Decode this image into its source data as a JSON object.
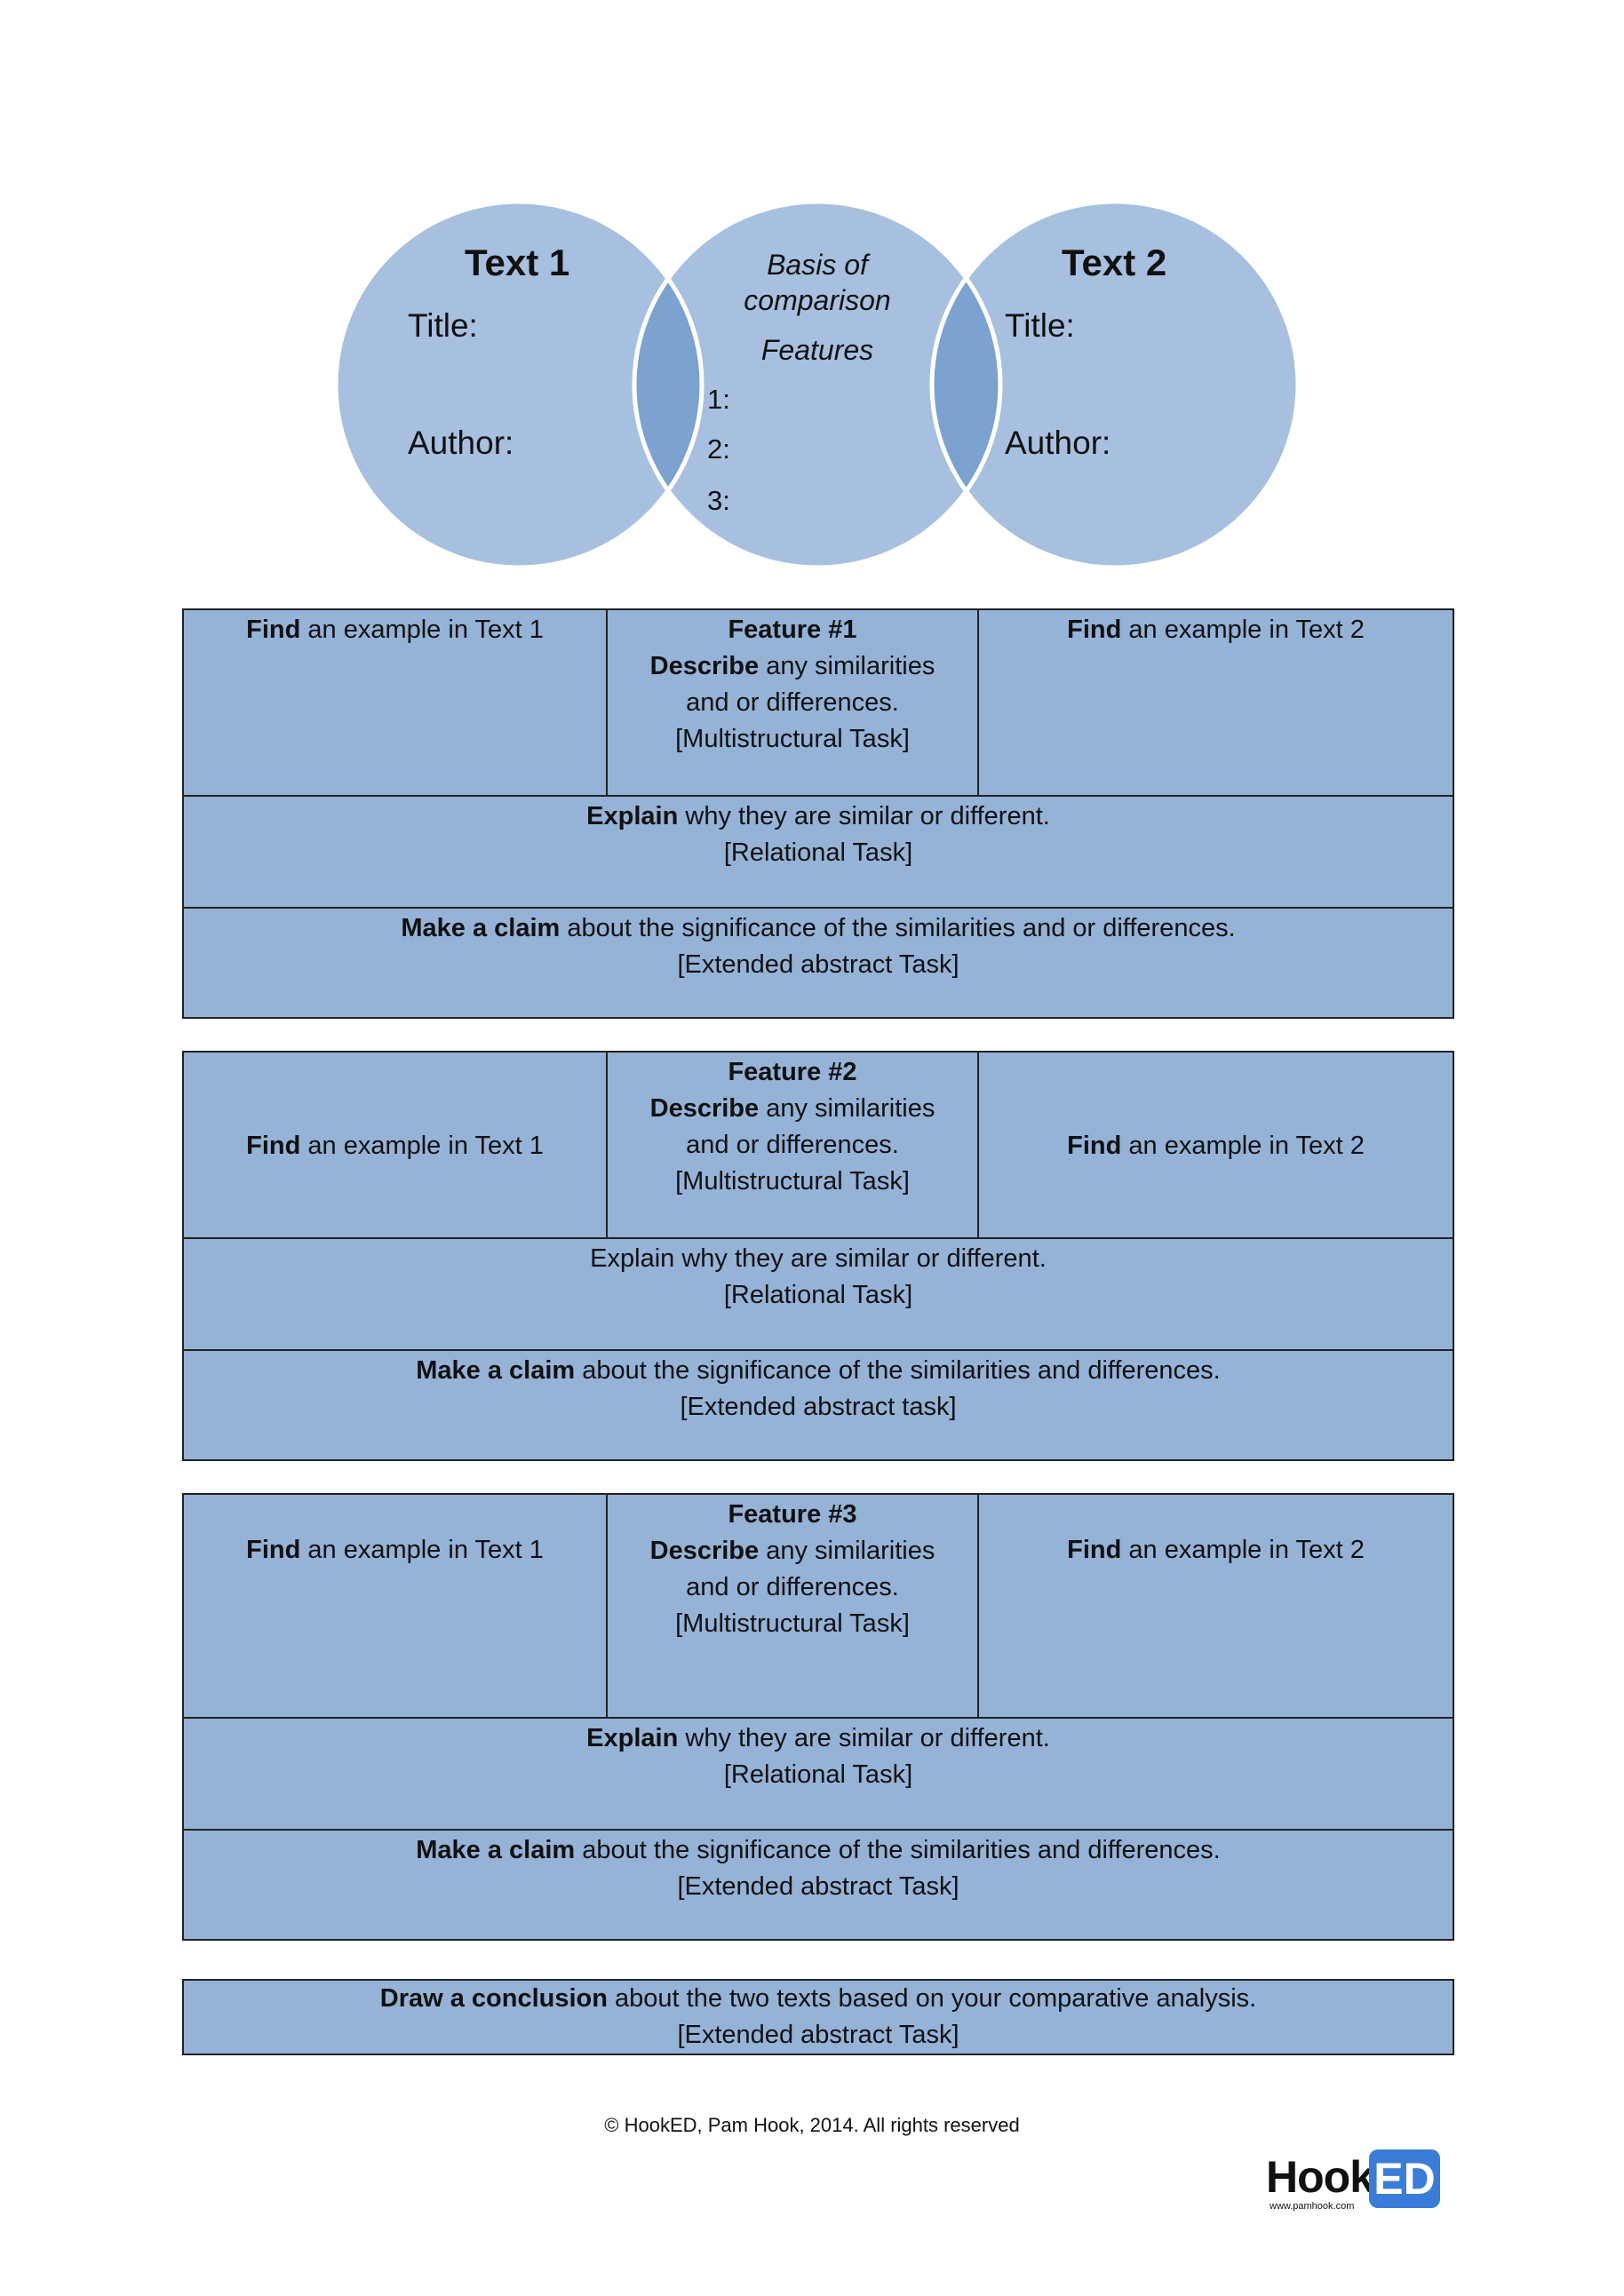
{
  "colors": {
    "circle": "#a8c0e0",
    "overlap": "#7ca2cf",
    "table_fill": "#95b3d7",
    "logo_blue": "#3a7dd8"
  },
  "venn": {
    "left": {
      "title": "Text 1",
      "title_label": "Title:",
      "author_label": "Author:"
    },
    "middle": {
      "line1": "Basis of",
      "line2": "comparison",
      "features": "Features",
      "items": [
        "1:",
        "2:",
        "3:"
      ]
    },
    "right": {
      "title": "Text 2",
      "title_label": "Title:",
      "author_label": "Author:"
    }
  },
  "features": [
    {
      "find1_bold": "Find",
      "find1_rest": " an example in Text 1",
      "heading": "Feature #1",
      "describe_bold": "Describe",
      "describe_rest": " any similarities",
      "describe_line2": "and or differences.",
      "task": "[Multistructural Task]",
      "find2_bold": "Find",
      "find2_rest": " an example in Text 2",
      "explain_bold": "Explain",
      "explain_rest": " why they are similar or different.",
      "explain_task": "[Relational Task]",
      "claim_bold": "Make a claim",
      "claim_rest": " about the significance of the similarities and or differences.",
      "claim_task": "[Extended abstract Task]"
    },
    {
      "find1_bold": "Find",
      "find1_rest": " an example in Text 1",
      "heading": "Feature #2",
      "describe_bold": "Describe",
      "describe_rest": " any similarities",
      "describe_line2": "and or differences.",
      "task": "[Multistructural Task]",
      "find2_bold": "Find",
      "find2_rest": " an example in Text 2",
      "explain_bold": "",
      "explain_rest": "Explain why they are similar or different.",
      "explain_task": "[Relational Task]",
      "claim_bold": "Make a claim",
      "claim_rest": " about the significance of the similarities and differences.",
      "claim_task": "[Extended abstract task]"
    },
    {
      "find1_bold": "Find",
      "find1_rest": " an example in Text 1",
      "heading": "Feature #3",
      "describe_bold": "Describe",
      "describe_rest": " any similarities",
      "describe_line2": "and or differences.",
      "task": "[Multistructural Task]",
      "find2_bold": "Find",
      "find2_rest": " an example in Text 2",
      "explain_bold": "Explain",
      "explain_rest": " why they are similar or different.",
      "explain_task": "[Relational Task]",
      "claim_bold": "Make a claim",
      "claim_rest": " about the significance of the similarities and differences.",
      "claim_task": "[Extended abstract Task]"
    }
  ],
  "conclusion": {
    "bold": "Draw a conclusion",
    "rest": " about the two texts based on your comparative analysis.",
    "task": "[Extended abstract Task]"
  },
  "footer": {
    "copyright": "© HookED, Pam Hook, 2014.  All rights reserved"
  },
  "logo": {
    "hook": "Hook",
    "ed": "ED",
    "url": "www.pamhook.com"
  }
}
